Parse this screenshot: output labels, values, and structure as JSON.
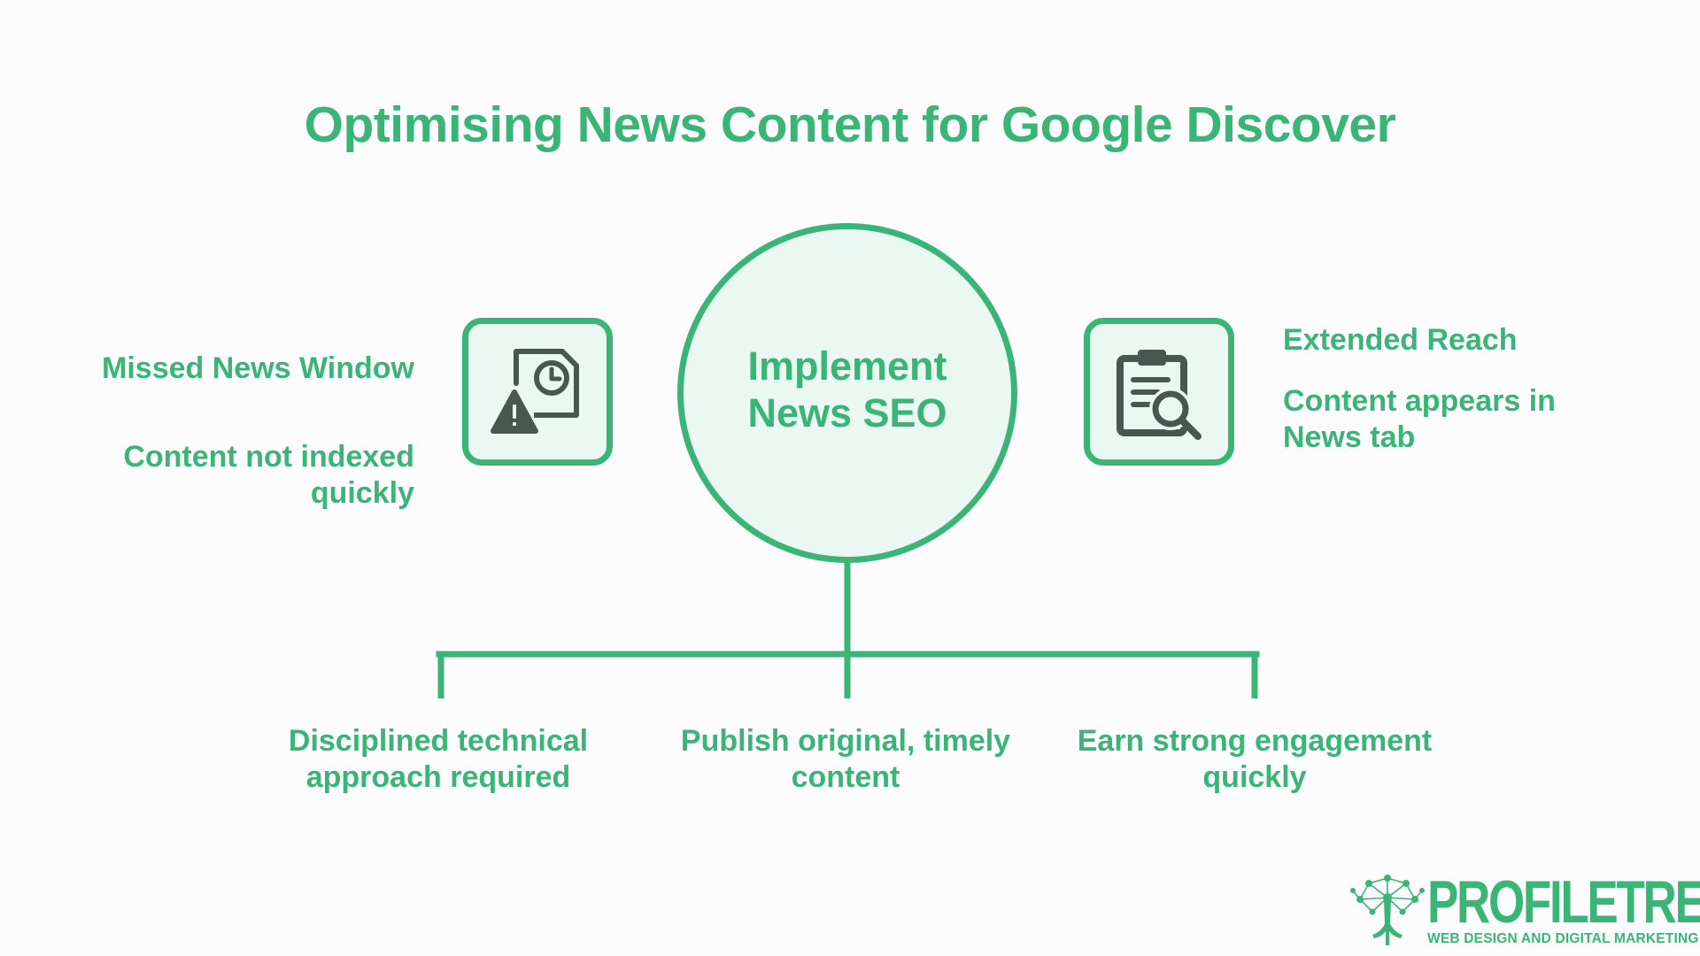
{
  "title": "Optimising News Content for Google Discover",
  "hub": {
    "line1": "Implement",
    "line2": "News SEO"
  },
  "left_item": {
    "icon": "document-clock-warning-icon",
    "title": "Missed News Window",
    "description": "Content not indexed quickly"
  },
  "right_item": {
    "icon": "clipboard-search-icon",
    "title": "Extended Reach",
    "description": "Content appears in News tab"
  },
  "branches": [
    {
      "label": "Disciplined technical approach required"
    },
    {
      "label": "Publish original, timely content"
    },
    {
      "label": "Earn strong engagement quickly"
    }
  ],
  "logo": {
    "word_part1": "PROFILE",
    "word_part2": "TREE",
    "tagline": "WEB DESIGN AND DIGITAL MARKETING",
    "icon": "tree-network-icon"
  },
  "colors": {
    "accent": "#3ab577",
    "fill": "#eaf8f1",
    "icon": "#48574f",
    "background": "#fcfcfc"
  }
}
